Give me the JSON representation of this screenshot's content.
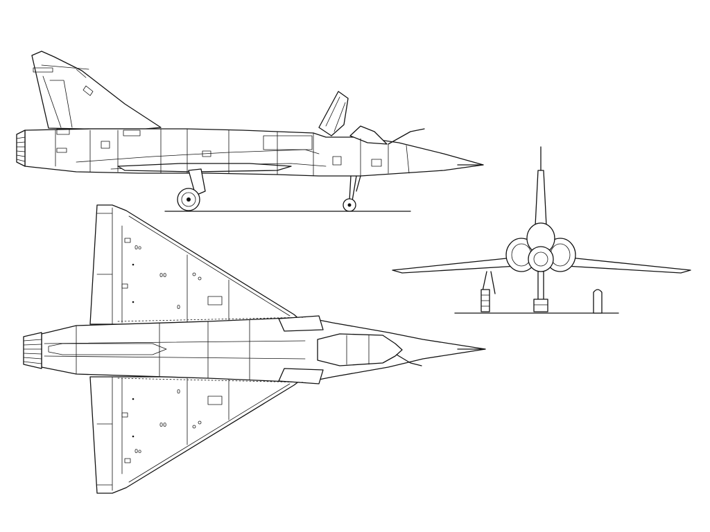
{
  "views": [
    {
      "id": "side",
      "name": "side-view"
    },
    {
      "id": "top",
      "name": "top-view"
    },
    {
      "id": "front",
      "name": "front-view"
    }
  ],
  "markings": {
    "top_wing_upper": [
      "0o",
      "00",
      "0"
    ],
    "top_wing_lower": [
      "0",
      "00",
      "0o"
    ]
  },
  "colors": {
    "line": "#111111",
    "background": "#ffffff"
  }
}
